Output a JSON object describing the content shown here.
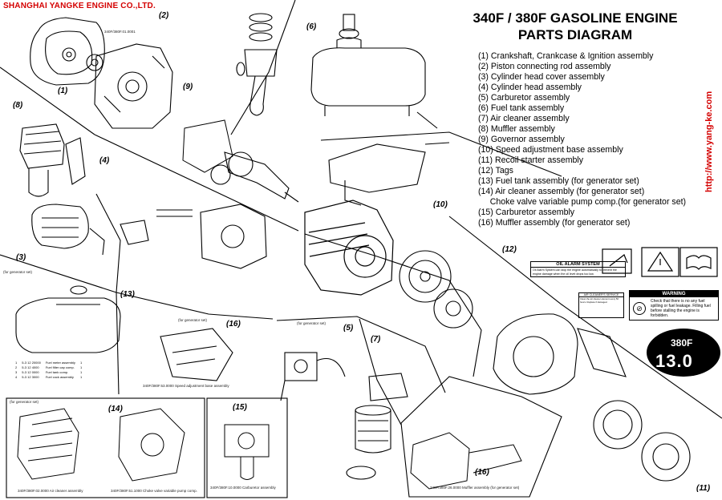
{
  "company": "SHANGHAI YANGKE ENGINE CO.,LTD.",
  "title_line1": "340F / 380F GASOLINE ENGINE",
  "title_line2": "PARTS DIAGRAM",
  "website": "http://www.yang-ke.com",
  "legend": [
    "(1) Crankshaft, Crankcase & Ignition assembly",
    "(2) Piston connecting rod assembly",
    "(3) Cylinder head cover assembly",
    "(4) Cylinder head assembly",
    "(5) Carburetor assembly",
    "(6) Fuel tank assembly",
    "(7) Air cleaner assembly",
    "(8) Muffler assembly",
    "(9) Governor assembly",
    "(10) Speed adjustment base assembly",
    "(11) Recoil starter assembly",
    "(12) Tags",
    "(13) Fuel tank assembly (for generator set)",
    "(14) Air cleaner assembly (for generator set)",
    "     Choke valve variable pump comp.(for generator set)",
    "(15) Carburetor assembly",
    "(16) Muffler assembly (for generator set)"
  ],
  "sections": {
    "s1": "(1)",
    "s2": "(2)",
    "s3": "(3)",
    "s4": "(4)",
    "s5": "(5)",
    "s6": "(6)",
    "s7": "(7)",
    "s8": "(8)",
    "s9": "(9)",
    "s10": "(10)",
    "s11": "(11)",
    "s12": "(12)",
    "s13": "(13)",
    "s14": "(14)",
    "s15": "(15)",
    "s16a": "(16)",
    "s16b": "(16)"
  },
  "captions": {
    "cover_code": "340F/380F.01.0001",
    "gen13": "(for generator set)",
    "gen16": "(for generator set)",
    "gen5": "(for generator set)",
    "gen14": "(for generator set)",
    "speed": "340F/380F.53.0000   Speed adjustment base assembly",
    "carb15": "340F/380F.10.0000 Carburetor assembly",
    "aircleaner14": "340F/380F.02.0000  Air cleaner assembly",
    "choke14": "340F/380F.51.1000 Choke valve variable pump comp.",
    "muffler16": "340F/380F.26.0000 Muffler assembly (for generator set)"
  },
  "fuel_table": [
    {
      "no": "1",
      "code": "5-3 12 20000",
      "name": "Fuel meter assembly",
      "qty": "1"
    },
    {
      "no": "2",
      "code": "5-3 12 4000",
      "name": "Fuel filter cap comp.",
      "qty": "1"
    },
    {
      "no": "3",
      "code": "5-3 12 0000",
      "name": "Fuel tank comp.",
      "qty": "1"
    },
    {
      "no": "4",
      "code": "5-3 12 3000",
      "name": "Fuel cock assembly",
      "qty": "1"
    }
  ],
  "tags": {
    "oil_title": "OIL ALARM SYSTEM",
    "oil_body": "Oil Alarm System can stop the engine automatically to prevent the engine damage when the oil level drops too low.",
    "acs_title": "AIR CLEANER'S SERVICE",
    "acs_body": "Clean the air cleaner element every 50 hours. Replace if damaged.",
    "warning_title": "WARNING",
    "warning_body": "Check that there is no any fuel spilling or fuel leakage. Filling fuel before stalling the engine is forbidden."
  },
  "badge": {
    "model": "380F",
    "power": "13.0"
  }
}
